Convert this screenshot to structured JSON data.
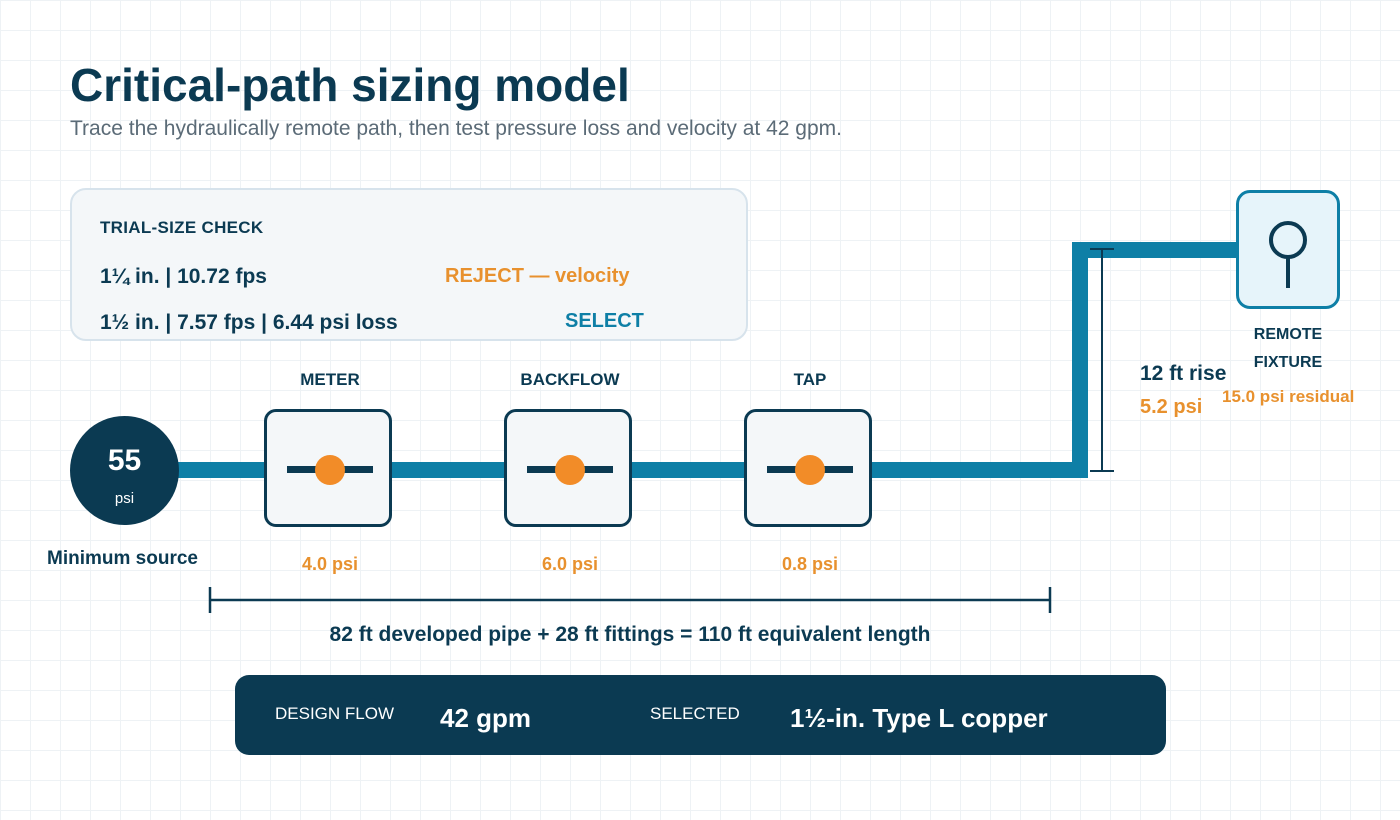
{
  "header": {
    "title": "Critical-path sizing model",
    "subtitle": "Trace the hydraulically remote path, then test pressure loss and velocity at 42 gpm."
  },
  "trial_check": {
    "heading": "TRIAL-SIZE CHECK",
    "rows": [
      {
        "spec": "1¼ in.  |  10.72 fps",
        "verdict": "REJECT — velocity",
        "verdict_color": "#e8912e"
      },
      {
        "spec": "1½ in.  |  7.57 fps  |  6.44 psi loss",
        "verdict": "SELECT",
        "verdict_color": "#0e7fa6"
      }
    ]
  },
  "source": {
    "value": "55",
    "unit": "psi",
    "label": "Minimum source"
  },
  "components": [
    {
      "name": "METER",
      "loss": "4.0 psi"
    },
    {
      "name": "BACKFLOW",
      "loss": "6.0 psi"
    },
    {
      "name": "TAP",
      "loss": "0.8 psi"
    }
  ],
  "rise": {
    "label": "12 ft rise",
    "loss": "5.2 psi"
  },
  "fixture": {
    "label_line1": "REMOTE",
    "label_line2": "FIXTURE",
    "residual": "15.0 psi residual"
  },
  "length_note": "82 ft developed pipe + 28 ft fittings = 110 ft equivalent length",
  "summary": {
    "flow_label": "DESIGN FLOW",
    "flow_value": "42 gpm",
    "selected_label": "SELECTED",
    "selected_value": "1½-in. Type L copper"
  },
  "colors": {
    "navy": "#0b3a52",
    "pipe_blue": "#0e7fa6",
    "accent_orange": "#e8912e"
  },
  "icons": {
    "fixture": "fixture-outlet-icon",
    "component": "valve-symbol-icon"
  }
}
